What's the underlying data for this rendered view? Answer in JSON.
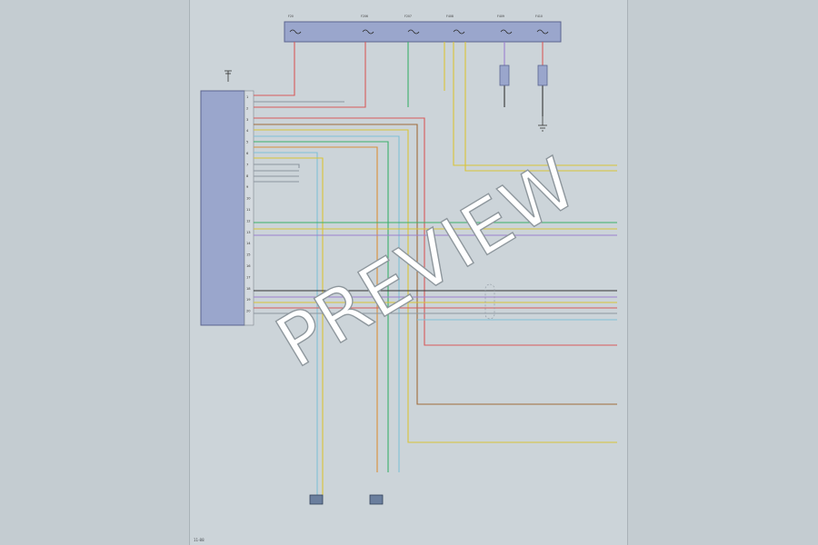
{
  "watermark": "PREVIEW",
  "colors": {
    "background": "#c4ccd1",
    "sheet": "#ccd4d9",
    "module_fill": "#9aa6cc",
    "module_stroke": "#5b648f",
    "fuse_block_fill": "#9aa6cc",
    "wire_red": "#d85a5a",
    "wire_green": "#3bb06a",
    "wire_yellow": "#d9c437",
    "wire_orange": "#d9903a",
    "wire_lightblue": "#7fc0d6",
    "wire_violet": "#9b7fd0",
    "wire_black": "#333333",
    "wire_brown": "#a06b3a",
    "wire_gray": "#8d96a0",
    "watermark_fill": "#ffffff"
  },
  "fuses": [
    {
      "label": "F20"
    },
    {
      "label": "F206"
    },
    {
      "label": "F207"
    },
    {
      "label": "F408"
    },
    {
      "label": "F409"
    },
    {
      "label": "F410"
    }
  ],
  "module_pins": [
    {
      "num": "1"
    },
    {
      "num": "2"
    },
    {
      "num": "3"
    },
    {
      "num": "4"
    },
    {
      "num": "5"
    },
    {
      "num": "6"
    },
    {
      "num": "7"
    },
    {
      "num": "8"
    },
    {
      "num": "9"
    },
    {
      "num": "10"
    },
    {
      "num": "11"
    },
    {
      "num": "12"
    },
    {
      "num": "13"
    },
    {
      "num": "14"
    },
    {
      "num": "15"
    },
    {
      "num": "16"
    },
    {
      "num": "17"
    },
    {
      "num": "18"
    },
    {
      "num": "19"
    },
    {
      "num": "20"
    }
  ],
  "page_number": "11-88",
  "wires": [
    {
      "color": "#d85a5a"
    },
    {
      "color": "#3bb06a"
    },
    {
      "color": "#d9c437"
    },
    {
      "color": "#d9903a"
    },
    {
      "color": "#7fc0d6"
    },
    {
      "color": "#9b7fd0"
    },
    {
      "color": "#333333"
    },
    {
      "color": "#a06b3a"
    }
  ]
}
